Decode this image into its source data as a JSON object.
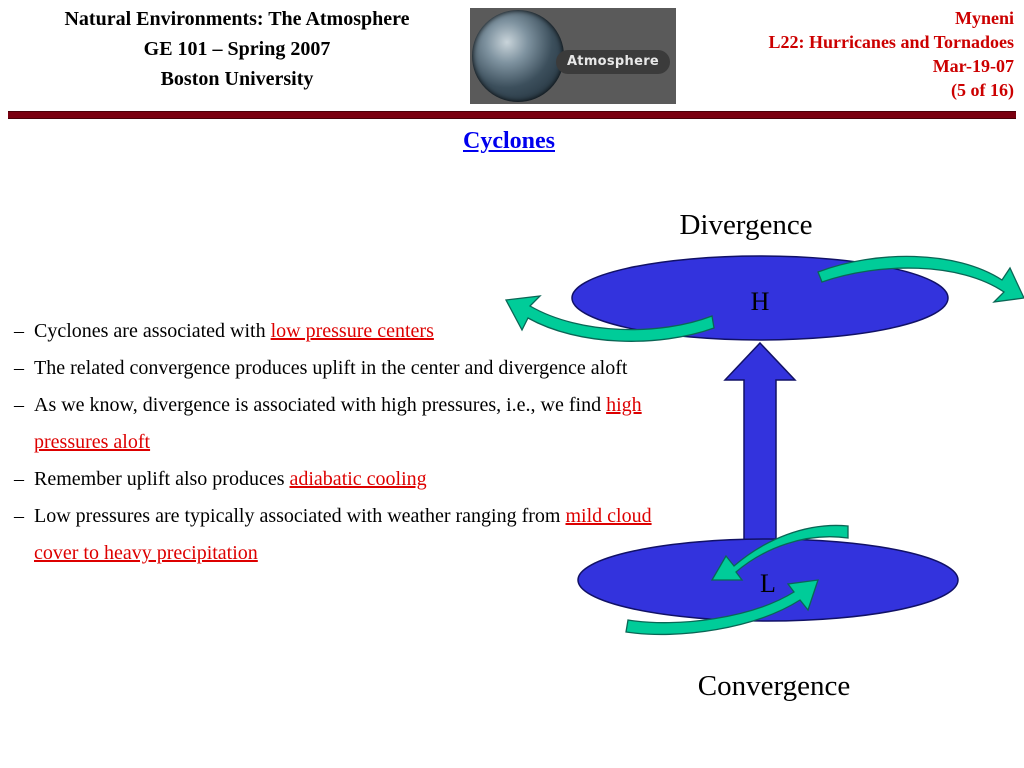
{
  "header": {
    "left_lines": [
      "Natural Environments: The Atmosphere",
      "GE 101 – Spring 2007",
      "Boston University"
    ],
    "logo_text": "Atmosphere",
    "right_lines": [
      "Myneni",
      "L22: Hurricanes and Tornadoes",
      "Mar-19-07",
      "(5 of 16)"
    ]
  },
  "slide": {
    "title": "Cyclones",
    "bullets": [
      {
        "text": "Cyclones are associated with ",
        "highlight": "low pressure centers",
        "after": ""
      },
      {
        "text": "The related convergence produces uplift in the center and divergence aloft",
        "highlight": "",
        "after": ""
      },
      {
        "text": "As we know, divergence is associated with high pressures, i.e., we find ",
        "highlight": "high pressures aloft",
        "after": ""
      },
      {
        "text": "Remember uplift also produces ",
        "highlight": "adiabatic cooling",
        "after": ""
      },
      {
        "text": "Low pressures are typically associated with weather ranging from ",
        "highlight": "mild cloud cover to heavy precipitation",
        "after": ""
      }
    ]
  },
  "diagram": {
    "top_label": "Divergence",
    "high_label": "H",
    "low_label": "L",
    "bottom_label": "Convergence"
  },
  "colors": {
    "ellipse_fill": "#3333dd",
    "arrow_fill": "#00cc99",
    "header_right": "#cc0000",
    "rule": "#7a0010",
    "title": "#0000ee",
    "highlight": "#dd0000"
  }
}
